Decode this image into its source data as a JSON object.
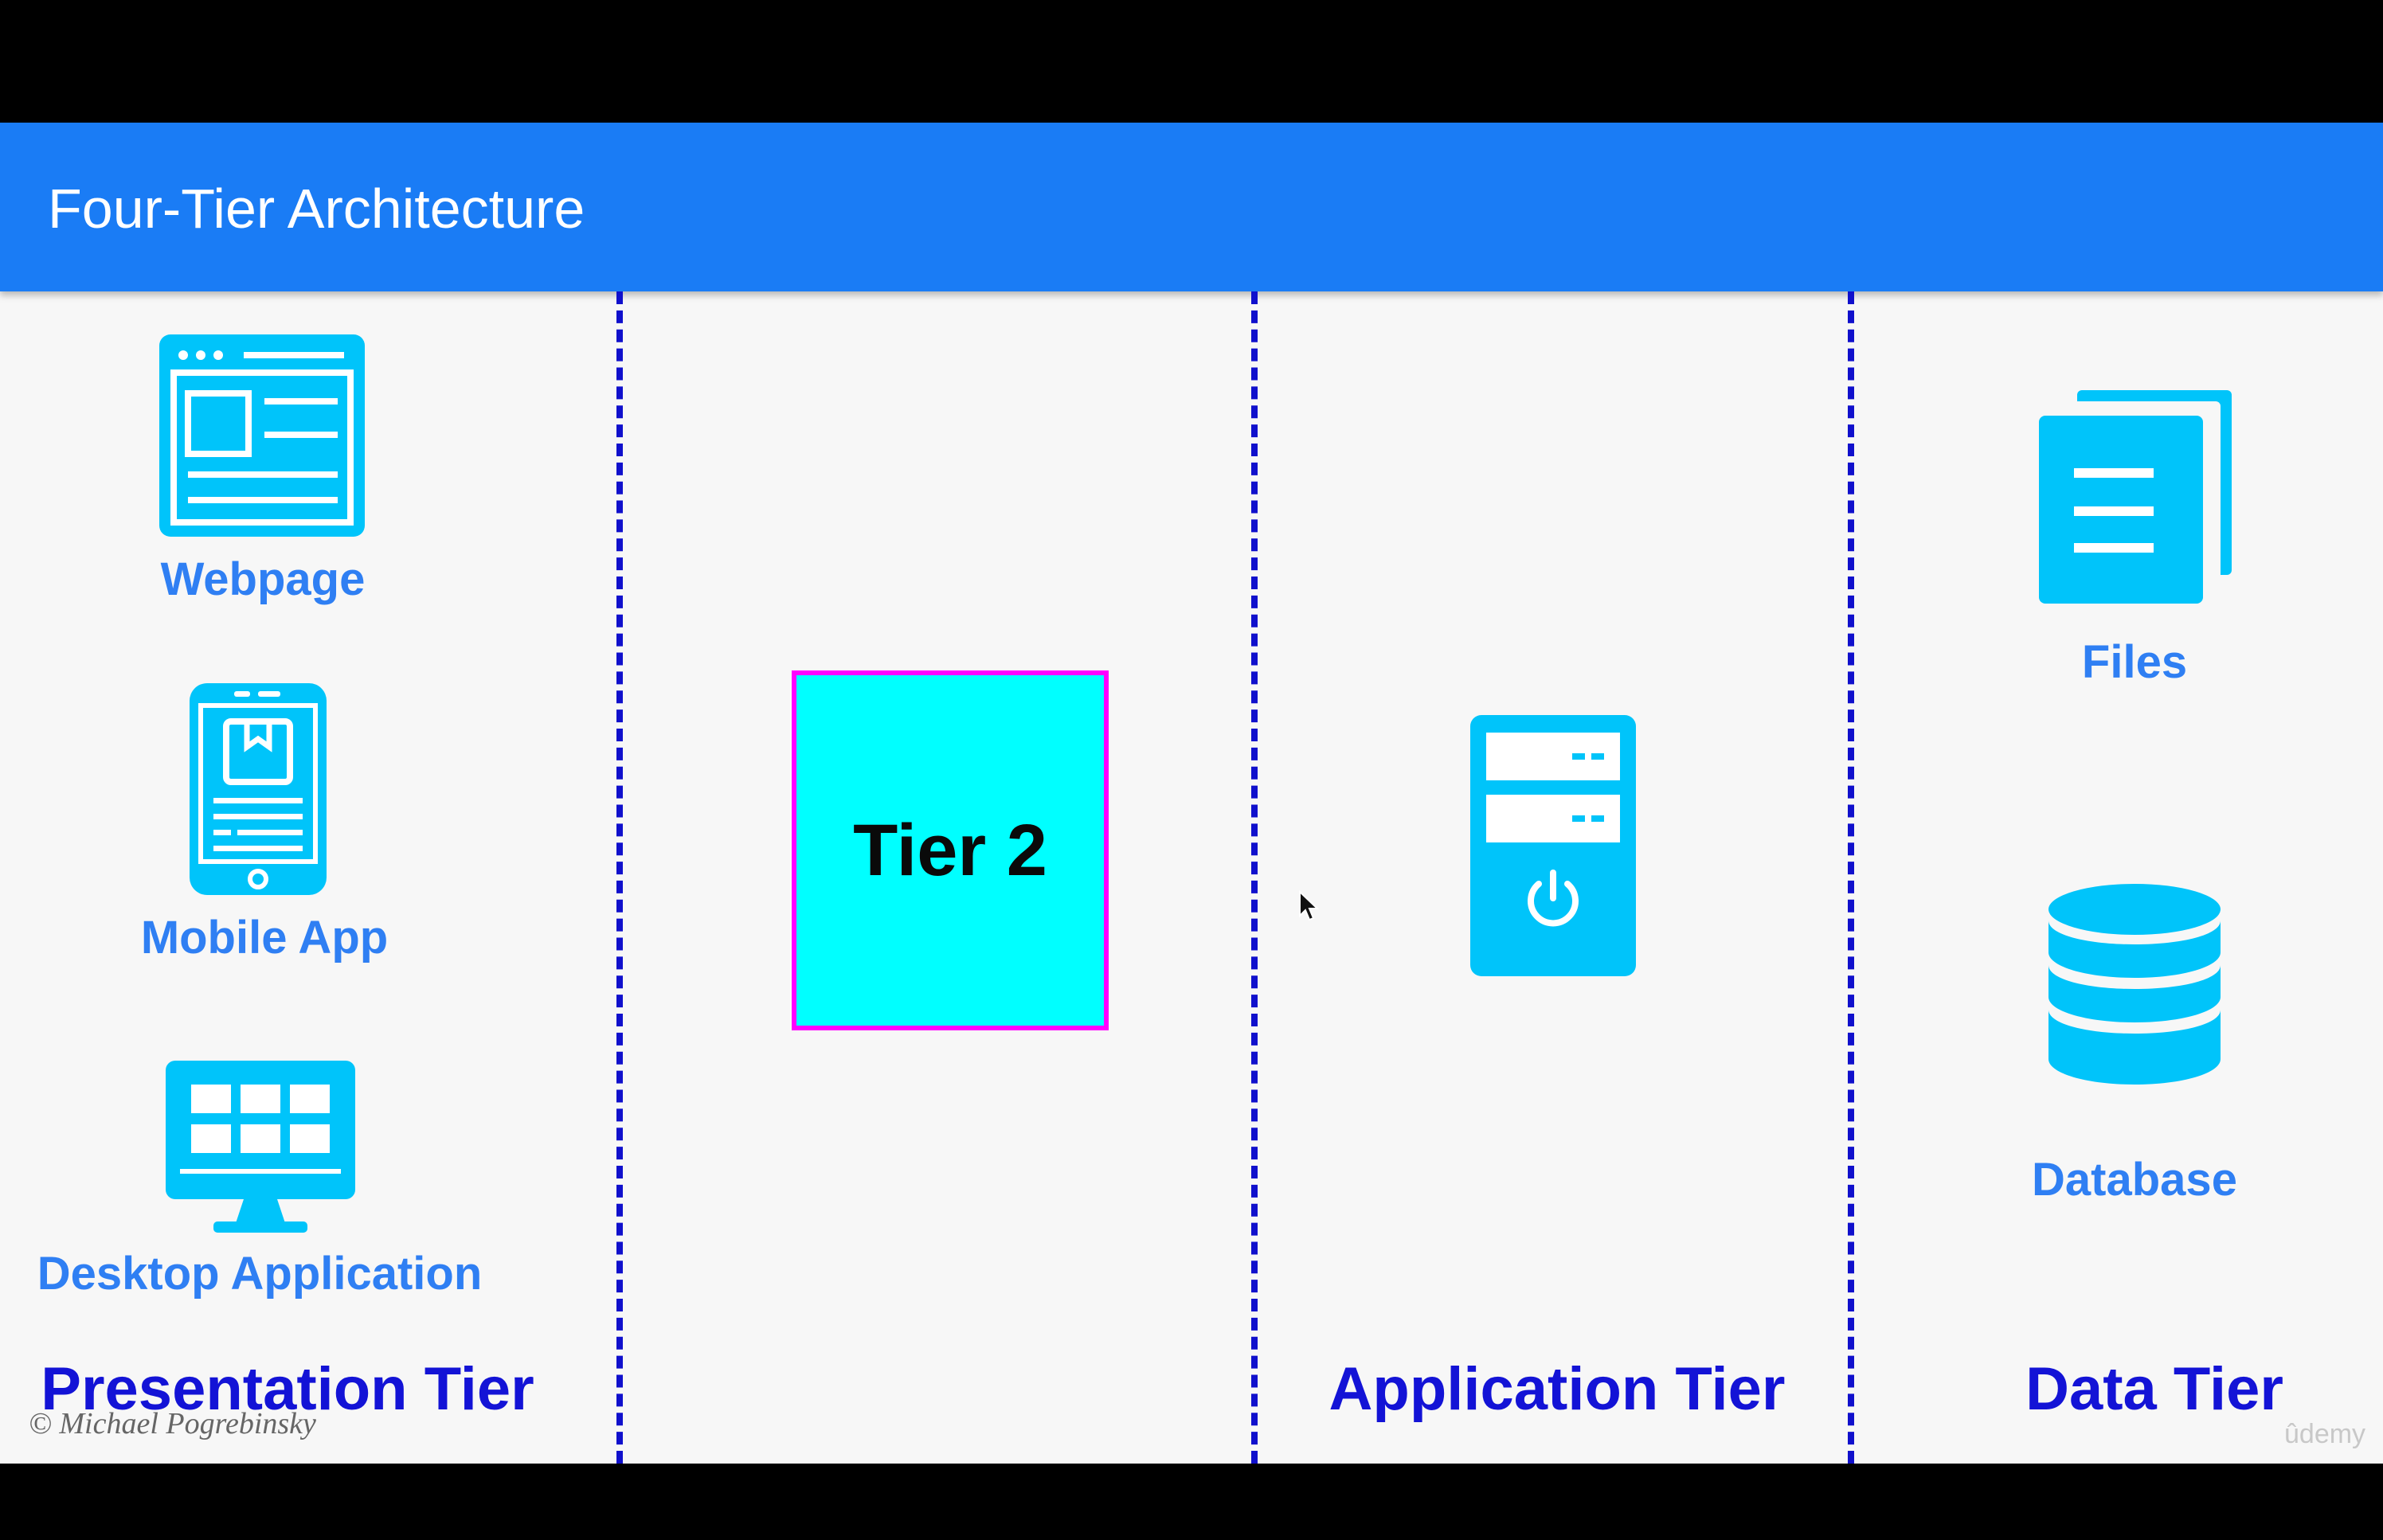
{
  "header": {
    "title": "Four-Tier Architecture"
  },
  "presentation": {
    "items": [
      {
        "icon": "webpage-icon",
        "label": "Webpage"
      },
      {
        "icon": "mobile-app-icon",
        "label": "Mobile App"
      },
      {
        "icon": "desktop-application-icon",
        "label": "Desktop Application"
      }
    ],
    "tier_title": "Presentation Tier"
  },
  "tier2": {
    "label": "Tier 2",
    "fill": "#00ffff",
    "border": "#ff00ff"
  },
  "application": {
    "icon": "server-icon",
    "tier_title": "Application Tier"
  },
  "data": {
    "items": [
      {
        "icon": "files-icon",
        "label": "Files"
      },
      {
        "icon": "database-icon",
        "label": "Database"
      }
    ],
    "tier_title": "Data Tier"
  },
  "footer": {
    "credit": "© Michael Pogrebinsky",
    "watermark": "ûdemy"
  },
  "colors": {
    "header": "#1a7cf5",
    "icon": "#00c4fa",
    "label": "#2f7ff3",
    "tier_title": "#1313d6",
    "divider": "#1010cc"
  }
}
